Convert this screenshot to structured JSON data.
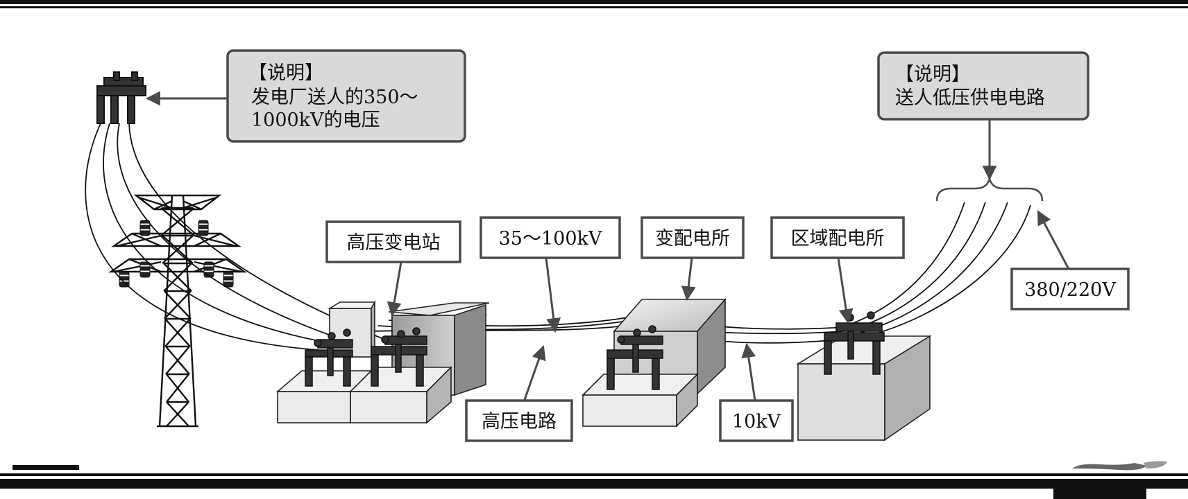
{
  "diagram": {
    "note_source": {
      "heading": "【说明】",
      "line1": "发电厂送人的350～",
      "line2": "1000kV的电压"
    },
    "note_lowvoltage": {
      "heading": "【说明】",
      "line1": "送人低压供电电路"
    },
    "labels": {
      "hv_substation": "高压变电站",
      "voltage_35_100": "35～100kV",
      "distribution_substation": "变配电所",
      "regional_substation": "区域配电所",
      "voltage_380_220": "380/220V",
      "hv_line": "高压电路",
      "voltage_10": "10kV"
    },
    "colors": {
      "box_fill": "#d9d9d9",
      "box_stroke": "#4a4a4a",
      "line": "#111111"
    }
  }
}
